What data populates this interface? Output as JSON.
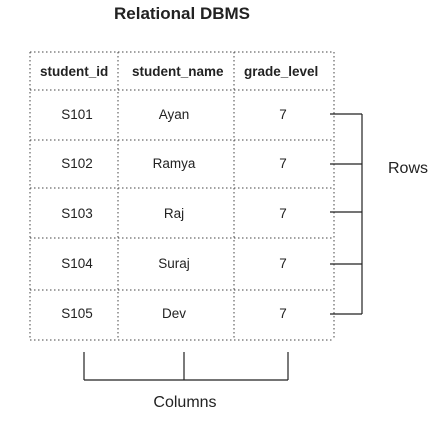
{
  "title": "Relational DBMS",
  "table": {
    "headers": [
      "student_id",
      "student_name",
      "grade_level"
    ],
    "rows": [
      [
        "S101",
        "Ayan",
        "7"
      ],
      [
        "S102",
        "Ramya",
        "7"
      ],
      [
        "S103",
        "Raj",
        "7"
      ],
      [
        "S104",
        "Suraj",
        "7"
      ],
      [
        "S105",
        "Dev",
        "7"
      ]
    ]
  },
  "labels": {
    "rows": "Rows",
    "columns": "Columns"
  },
  "colors": {
    "text": "#222222",
    "lines": "#222222"
  }
}
